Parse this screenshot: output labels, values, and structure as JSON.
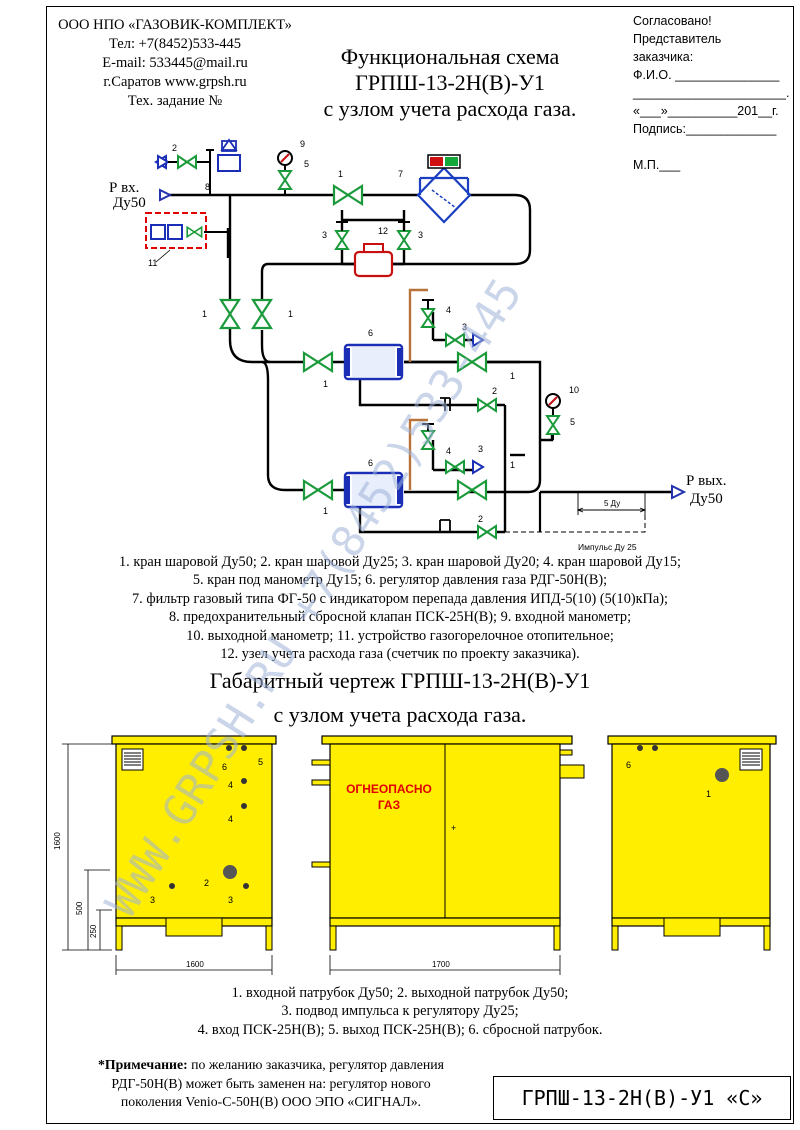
{
  "company": {
    "name": "ООО НПО «ГАЗОВИК-КОМПЛЕКТ»",
    "phone": "Тел: +7(8452)533-445",
    "email": "E-mail: 533445@mail.ru",
    "site": "г.Саратов www.grpsh.ru",
    "task": "Тех. задание №"
  },
  "approval": {
    "l1": "Согласовано!",
    "l2": "Представитель",
    "l3": "заказчика:",
    "l4": "Ф.И.О. _______________",
    "l5": "______________________.",
    "l6": "«___»__________201__г.",
    "l7": "Подпись:_____________",
    "l8": "М.П.___"
  },
  "schema": {
    "title1": "Функциональная схема",
    "title2": "ГРПШ-13-2Н(В)-У1",
    "title3": "с узлом учета расхода газа.",
    "inlet1": "Р вх.",
    "inlet2": "Ду50",
    "outlet1": "Р вых.",
    "outlet2": "Ду50",
    "dim_label": "5 Ду",
    "impulse_label": "Импульс Ду 25"
  },
  "legend_schema": [
    "1. кран шаровой Ду50; 2. кран шаровой Ду25; 3. кран шаровой Ду20; 4. кран шаровой Ду15;",
    "5. кран под манометр Ду15; 6. регулятор давления газа РДГ-50Н(В);",
    "7. фильтр газовый типа ФГ-50 с индикатором перепада давления ИПД-5(10) (5(10)кПа);",
    "8. предохранительный сбросной клапан  ПСК-25Н(В); 9. входной манометр;",
    "10. выходной манометр; 11. устройство газогорелочное отопительное;",
    "12. узел учета расхода газа (счетчик по проекту заказчика)."
  ],
  "gabarit": {
    "title1": "Габаритный чертеж ГРПШ-13-2Н(В)-У1",
    "title2": "с узлом учета расхода газа.",
    "warning1": "ОГНЕОПАСНО",
    "warning2": "ГАЗ",
    "dim_height": "1600",
    "dim_500": "500",
    "dim_250": "250",
    "dim_width_side": "1600",
    "dim_width_front": "1700"
  },
  "legend_gabarit": [
    "1. входной патрубок Ду50; 2. выходной патрубок Ду50;",
    "3. подвод импульса к регулятору Ду25;",
    "4. вход ПСК-25Н(В); 5. выход ПСК-25Н(В); 6. сбросной патрубок."
  ],
  "note": {
    "bold": "*Примечание:",
    "l1": " по желанию заказчика, регулятор давления",
    "l2": "РДГ-50Н(В) может быть заменен на: регулятор нового",
    "l3": "поколения Venio-С-50Н(В) ООО ЭПО «СИГНАЛ»."
  },
  "stamp": "ГРПШ-13-2Н(В)-У1 «С»",
  "watermark": "WWW.GRPSH.RU  +7(8452)533-445",
  "colors": {
    "valve_green": "#1a9a3a",
    "pipe": "#000000",
    "regulator_blue": "#1a2fb5",
    "cabinet_yellow": "#ffee00",
    "warning_red": "#e00000",
    "filter_blue": "#1a3fc0",
    "meter_red": "#c81010",
    "impulse_brown": "#b8733a",
    "outlet_blue": "#2433b0",
    "watermark": "#9fb3d8"
  }
}
